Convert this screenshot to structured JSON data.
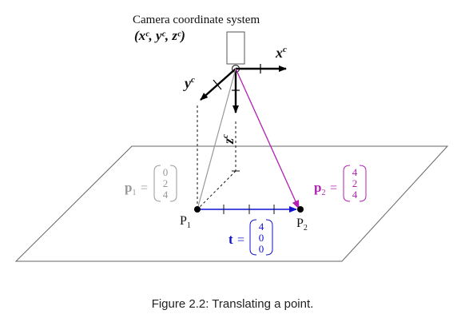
{
  "figure": {
    "title_line1": "Camera coordinate system",
    "title_line2": "(xᶜ, yᶜ, zᶜ)",
    "caption": "Figure 2.2: Translating a point."
  },
  "axes": {
    "x_label": "x",
    "y_label": "y",
    "z_label": "z",
    "superscript": "c"
  },
  "points": {
    "p1_label": "P",
    "p1_subscript": "1",
    "p2_label": "P",
    "p2_subscript": "2"
  },
  "vectors": {
    "p1": {
      "name": "p",
      "subscript": "1",
      "equals": "=",
      "components": [
        "0",
        "2",
        "4"
      ],
      "color": "#999999"
    },
    "p2": {
      "name": "p",
      "subscript": "2",
      "equals": "=",
      "components": [
        "4",
        "2",
        "4"
      ],
      "color": "#b21fb2"
    },
    "t": {
      "name": "t",
      "equals": "=",
      "components": [
        "4",
        "0",
        "0"
      ],
      "color": "#1010d0"
    }
  }
}
